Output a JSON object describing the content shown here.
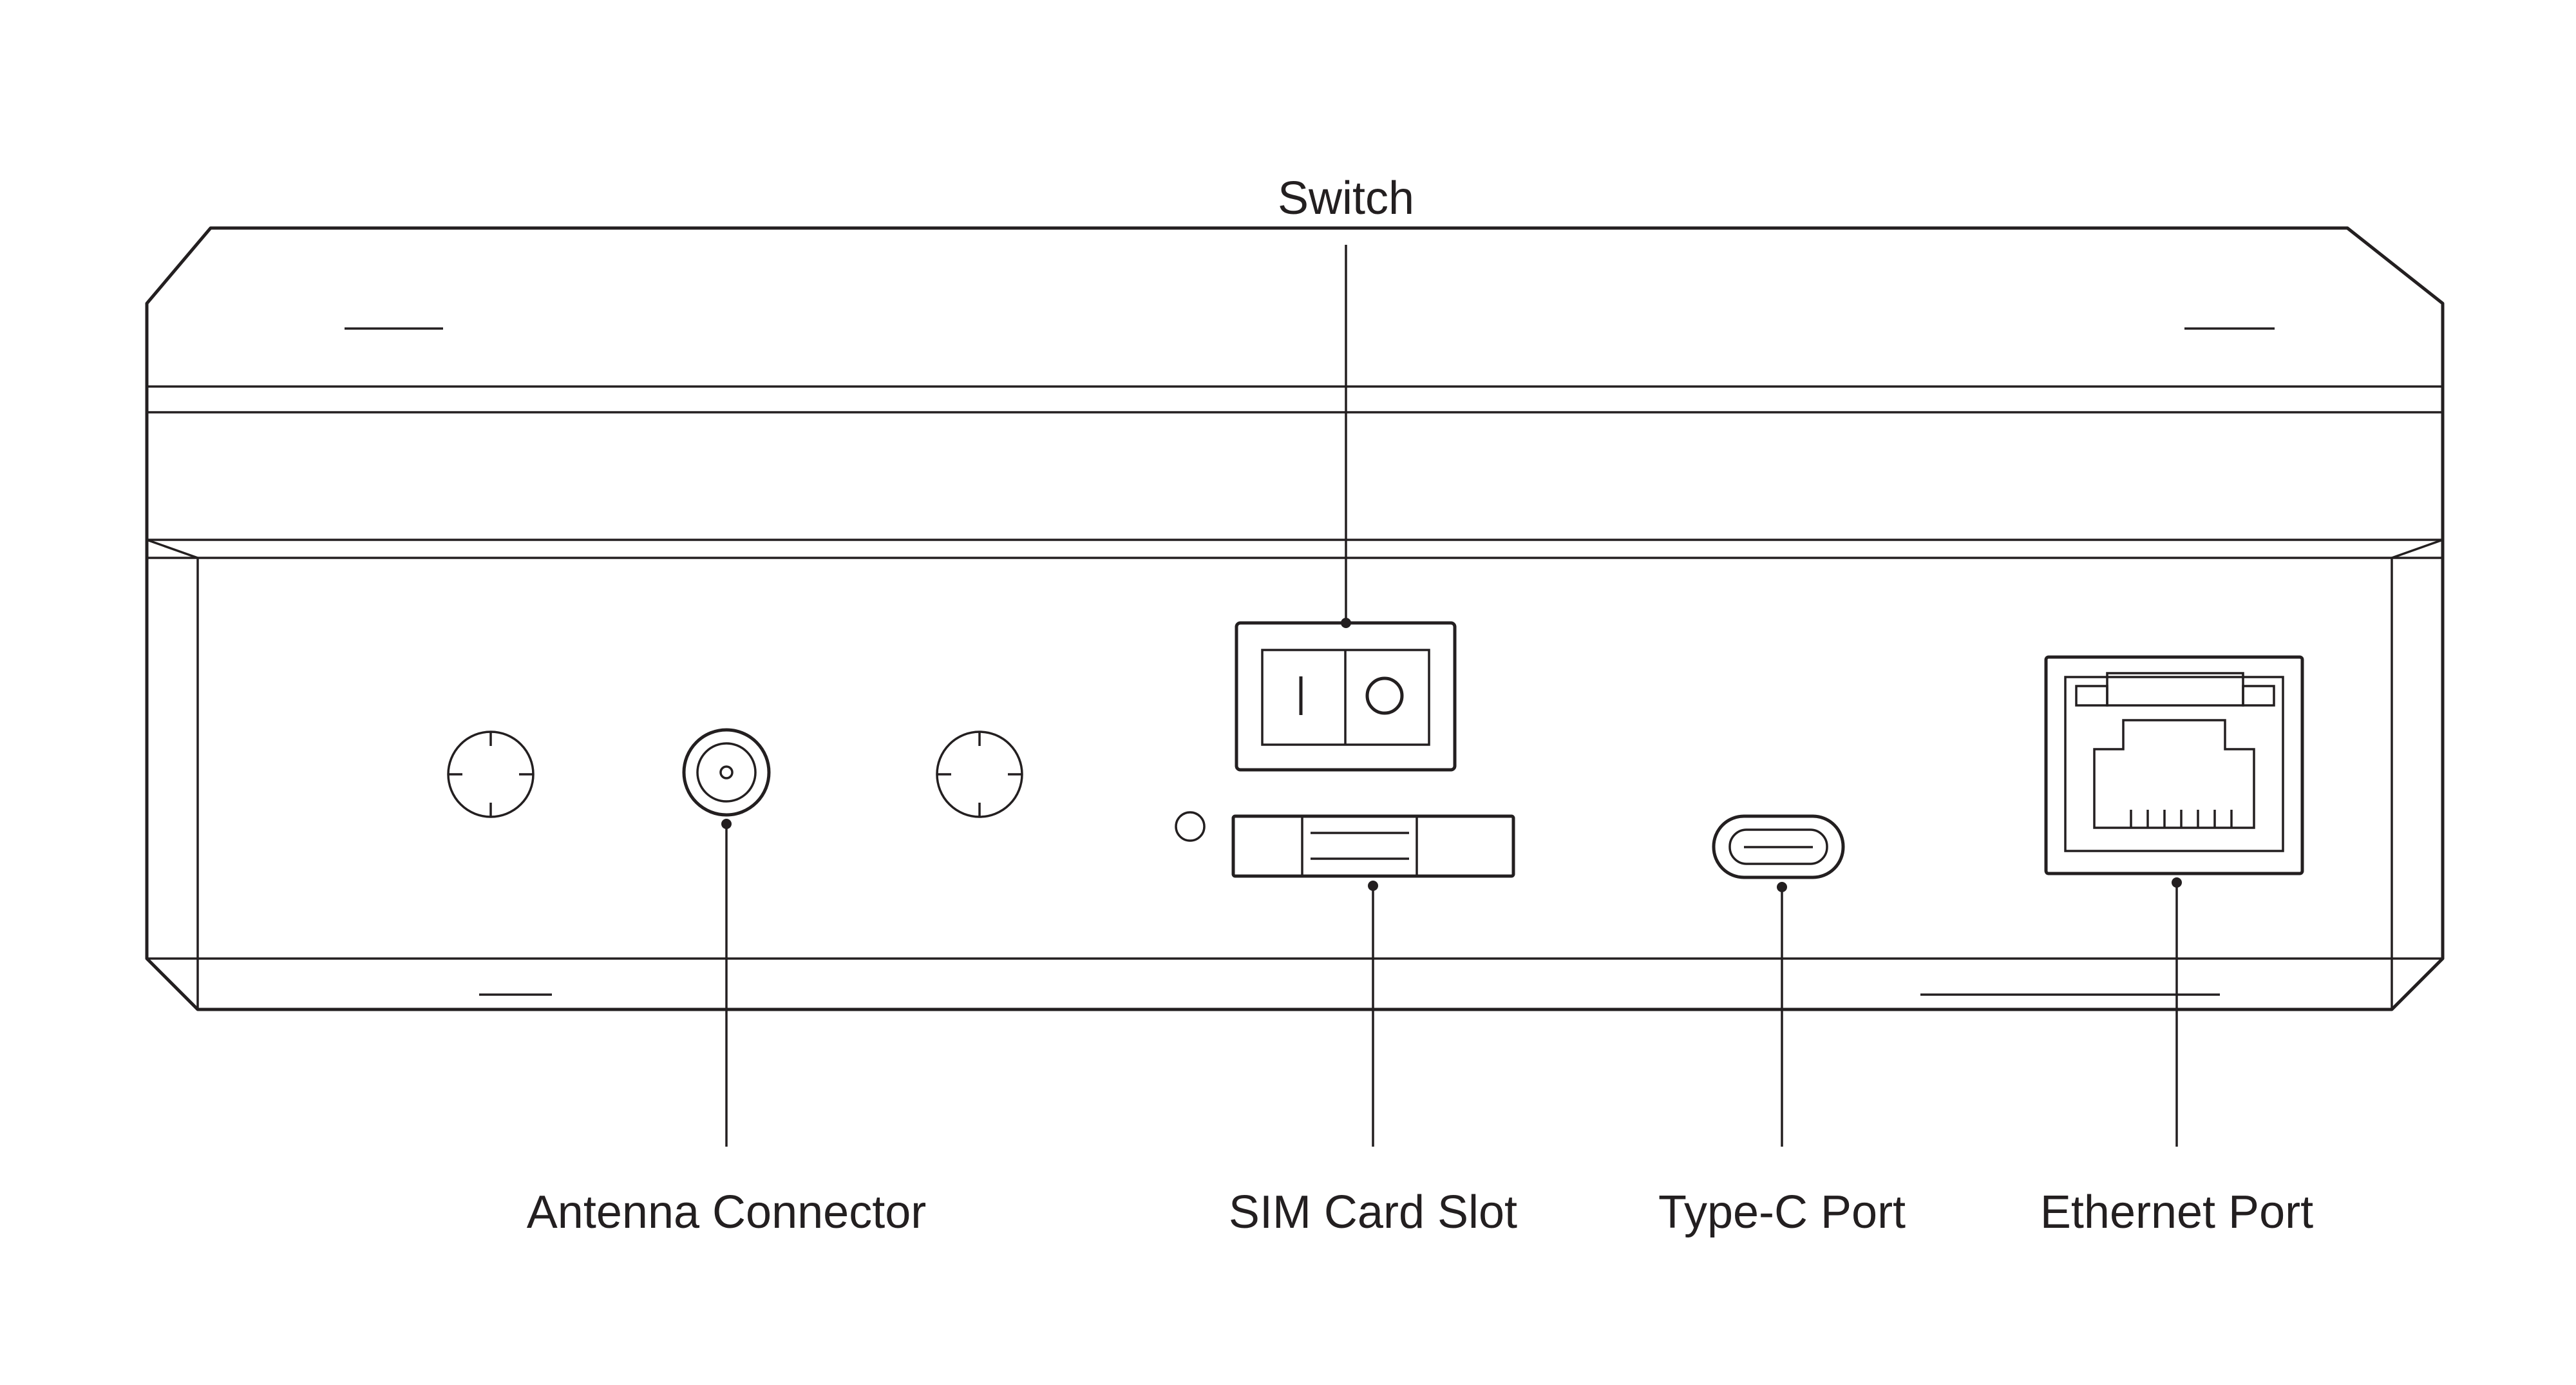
{
  "labels": {
    "switch": "Switch",
    "antenna_connector": "Antenna Connector",
    "sim_card_slot": "SIM Card Slot",
    "type_c_port": "Type-C Port",
    "ethernet_port": "Ethernet Port"
  },
  "colors": {
    "line": "#231f20",
    "background": "#ffffff"
  },
  "switch_symbols": {
    "on": "I",
    "off": "O"
  }
}
